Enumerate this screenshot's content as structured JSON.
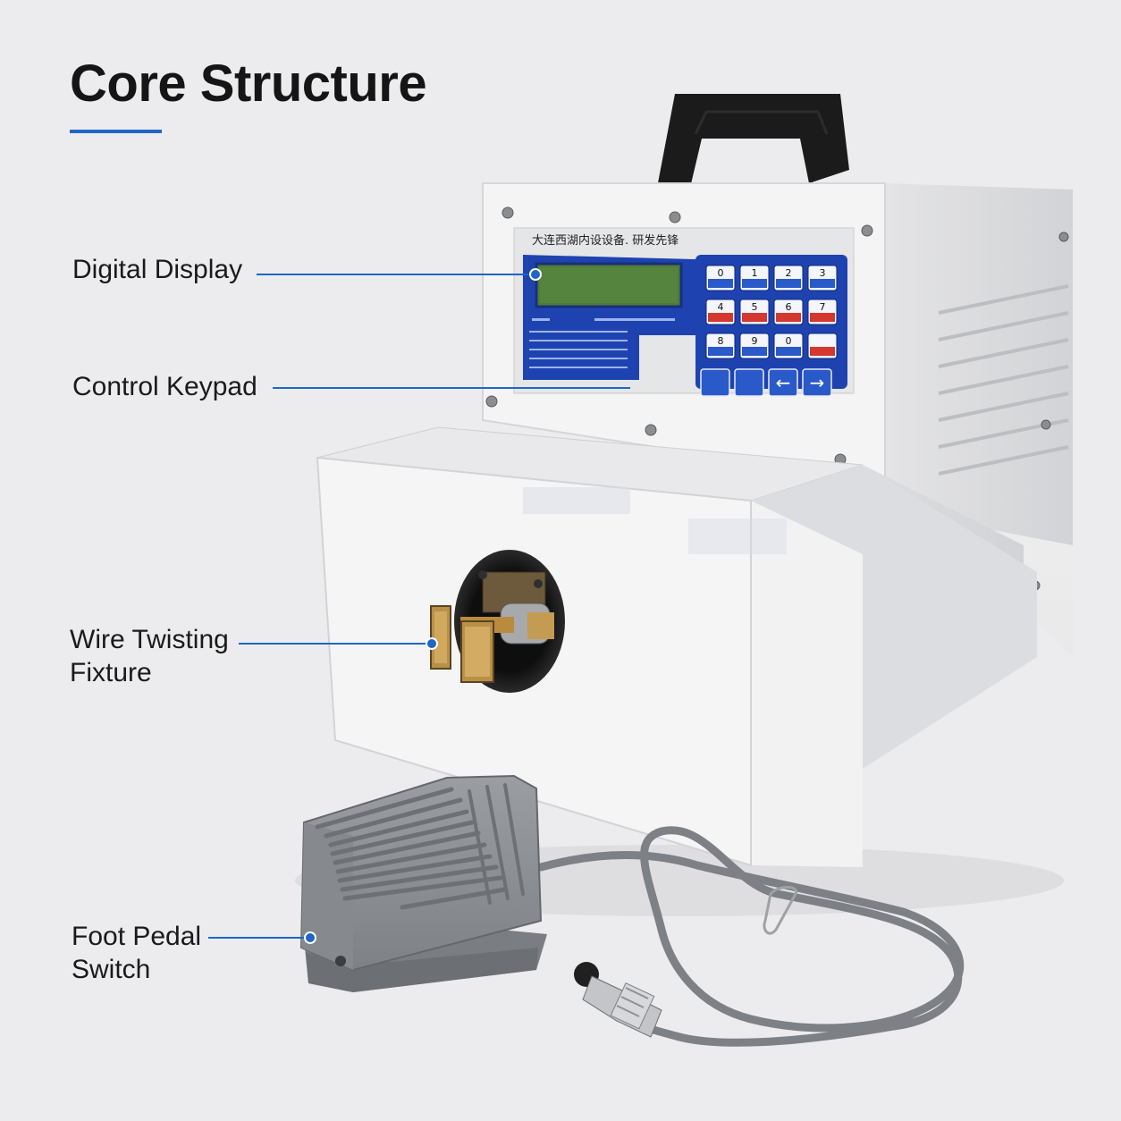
{
  "header": {
    "title": "Core Structure",
    "accent_color": "#1f66c6"
  },
  "callouts": [
    {
      "id": "digital-display",
      "lines": [
        "Digital Display"
      ]
    },
    {
      "id": "control-keypad",
      "lines": [
        "Control Keypad"
      ]
    },
    {
      "id": "wire-twisting-fixture",
      "lines": [
        "Wire Twisting",
        "Fixture"
      ]
    },
    {
      "id": "foot-pedal-switch",
      "lines": [
        "Foot Pedal",
        "Switch"
      ]
    }
  ],
  "panel": {
    "brand_text": "大连西湖内设设备. 研发先锋",
    "keypad_keys": [
      {
        "num": "0",
        "color": "blue"
      },
      {
        "num": "1",
        "color": "blue"
      },
      {
        "num": "2",
        "color": "blue"
      },
      {
        "num": "3",
        "color": "blue"
      },
      {
        "num": "4",
        "color": "red"
      },
      {
        "num": "5",
        "color": "red"
      },
      {
        "num": "6",
        "color": "red"
      },
      {
        "num": "7",
        "color": "red"
      },
      {
        "num": "8",
        "color": "blue"
      },
      {
        "num": "9",
        "color": "blue"
      },
      {
        "num": "0",
        "color": "blue"
      },
      {
        "num": "",
        "color": "red"
      }
    ],
    "arrow_keys": [
      "←",
      "→"
    ]
  },
  "colors": {
    "machine_body": "#f3f3f3",
    "panel_blue": "#1a3fa8",
    "lcd_green": "#4f7a3a",
    "pedal_gray": "#8e9296",
    "cable_gray": "#7d8084",
    "handle_black": "#1b1b1b"
  }
}
